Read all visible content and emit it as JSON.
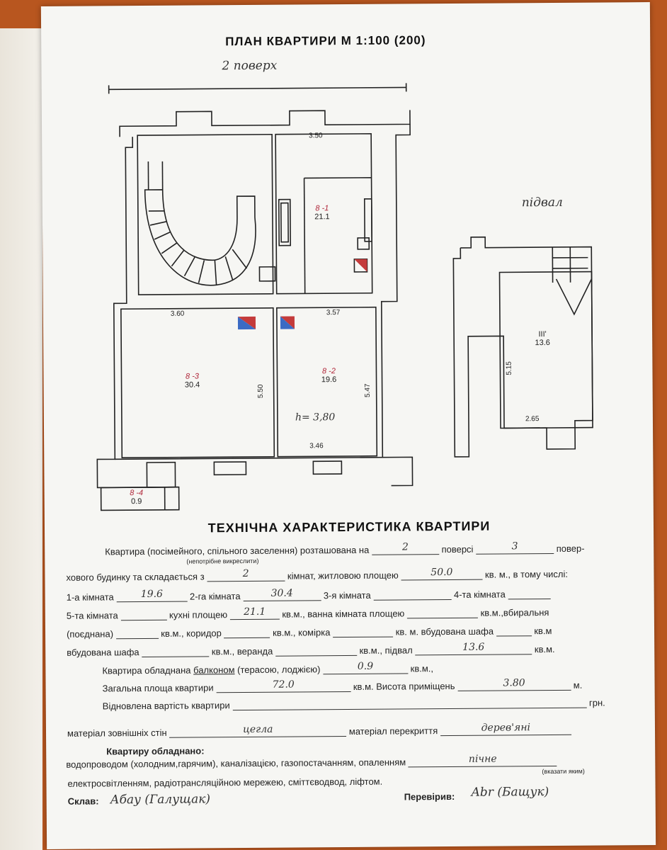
{
  "plan": {
    "title": "ПЛАН КВАРТИРИ М 1:100 (200)",
    "floor_label": "2 поверх",
    "basement_label": "підвал",
    "dims": [
      "3.50",
      "3.60",
      "3.57",
      "5.50",
      "5.47",
      "3.46",
      "5.15",
      "2.65"
    ],
    "height_label": "h= 3,80",
    "rooms": [
      {
        "no": "8 -1",
        "area": "21.1"
      },
      {
        "no": "8 -2",
        "area": "19.6"
      },
      {
        "no": "8 -3",
        "area": "30.4"
      },
      {
        "no": "8 -4",
        "area": "0.9"
      },
      {
        "no": "III'",
        "area": "13.6"
      }
    ]
  },
  "tech": {
    "title": "ТЕХНІЧНА ХАРАКТЕРИСТИКА КВАРТИРИ",
    "l1_a": "Квартира (посімейного, спільного заселення) розташована на",
    "floor": "2",
    "l1_b": "поверсі",
    "floors_total": "3",
    "l1_c": "повер-",
    "l1_note": "(непотрібне викреслити)",
    "l2_a": "хового будинку та складається з",
    "rooms_count": "2",
    "l2_b": "кімнат, житловою площею",
    "living_area": "50.0",
    "l2_c": "кв. м., в тому числі:",
    "r1_label": "1-а кімната",
    "r1": "19.6",
    "r2_label": "2-га кімната",
    "r2": "30.4",
    "r3_label": "3-я кімната",
    "r4_label": "4-та кімната",
    "r5_label": "5-та кімната",
    "kitchen_label": "кухні площею",
    "kitchen": "21.1",
    "bath_label": "кв.м., ванна кімната площею",
    "toilet_label": "кв.м.,вбиральня",
    "comb_label": "(поєднана)",
    "corridor_label": "кв.м., коридор",
    "closet_label": "кв.м., комірка",
    "wardrobe_label": "кв. м. вбудована шафа",
    "kvm": "кв.м",
    "wardrobe2_label": "вбудована шафа",
    "veranda_label": "кв.м., веранда",
    "basement_label": "кв.м., підвал",
    "basement": "13.6",
    "kvm2": "кв.м.",
    "balcony_a": "Квартира обладнана",
    "balcony_b": "балконом",
    "balcony_c": "(терасою, лоджією)",
    "balcony": "0.9",
    "balcony_unit": "кв.м.,",
    "total_label": "Загальна площа квартири",
    "total": "72.0",
    "height_label": "кв.м. Висота приміщень",
    "height": "3.80",
    "height_unit": "м.",
    "value_label": "Відновлена вартість квартири",
    "value_unit": "грн.",
    "walls_label": "матеріал зовнішніх стін",
    "walls": "цегла",
    "ceiling_label": "матеріал перекриття",
    "ceiling": "дерев'яні",
    "equipped_title": "Квартиру обладнано:",
    "equip_line": "водопроводом (холодним,гарячим), каналізацією, газопостачанням, опаленням",
    "heating": "пічне",
    "heating_note": "(вказати яким)",
    "equip_line2": "електросвітленням, радіотрансляційною мережею, сміттєводвод, ліфтом.",
    "drafted_label": "Склав:",
    "drafted_sig": "Абау (Галущак)",
    "checked_label": "Перевірив:",
    "checked_sig": "Abr (Бащук)"
  }
}
